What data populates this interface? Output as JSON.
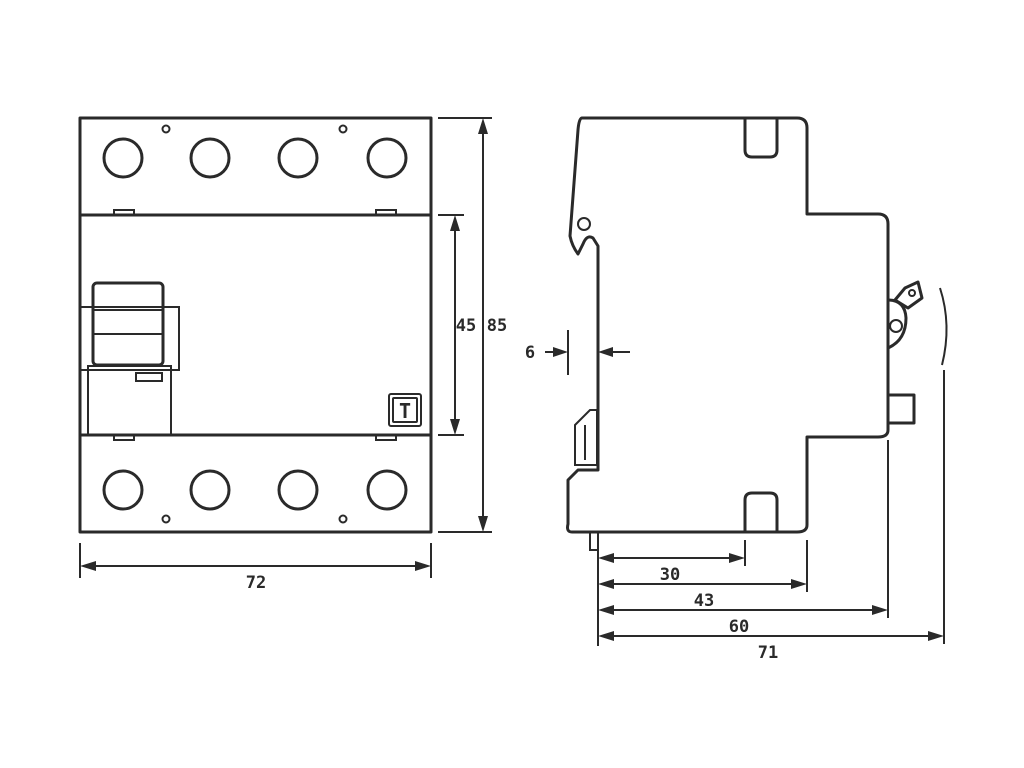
{
  "front_view": {
    "width_label": "72",
    "height_label": "85",
    "inner_height_label": "45",
    "test_button_letter": "T"
  },
  "side_view": {
    "rail_thickness_label": "6",
    "depth_labels": [
      "30",
      "43",
      "60",
      "71"
    ]
  }
}
